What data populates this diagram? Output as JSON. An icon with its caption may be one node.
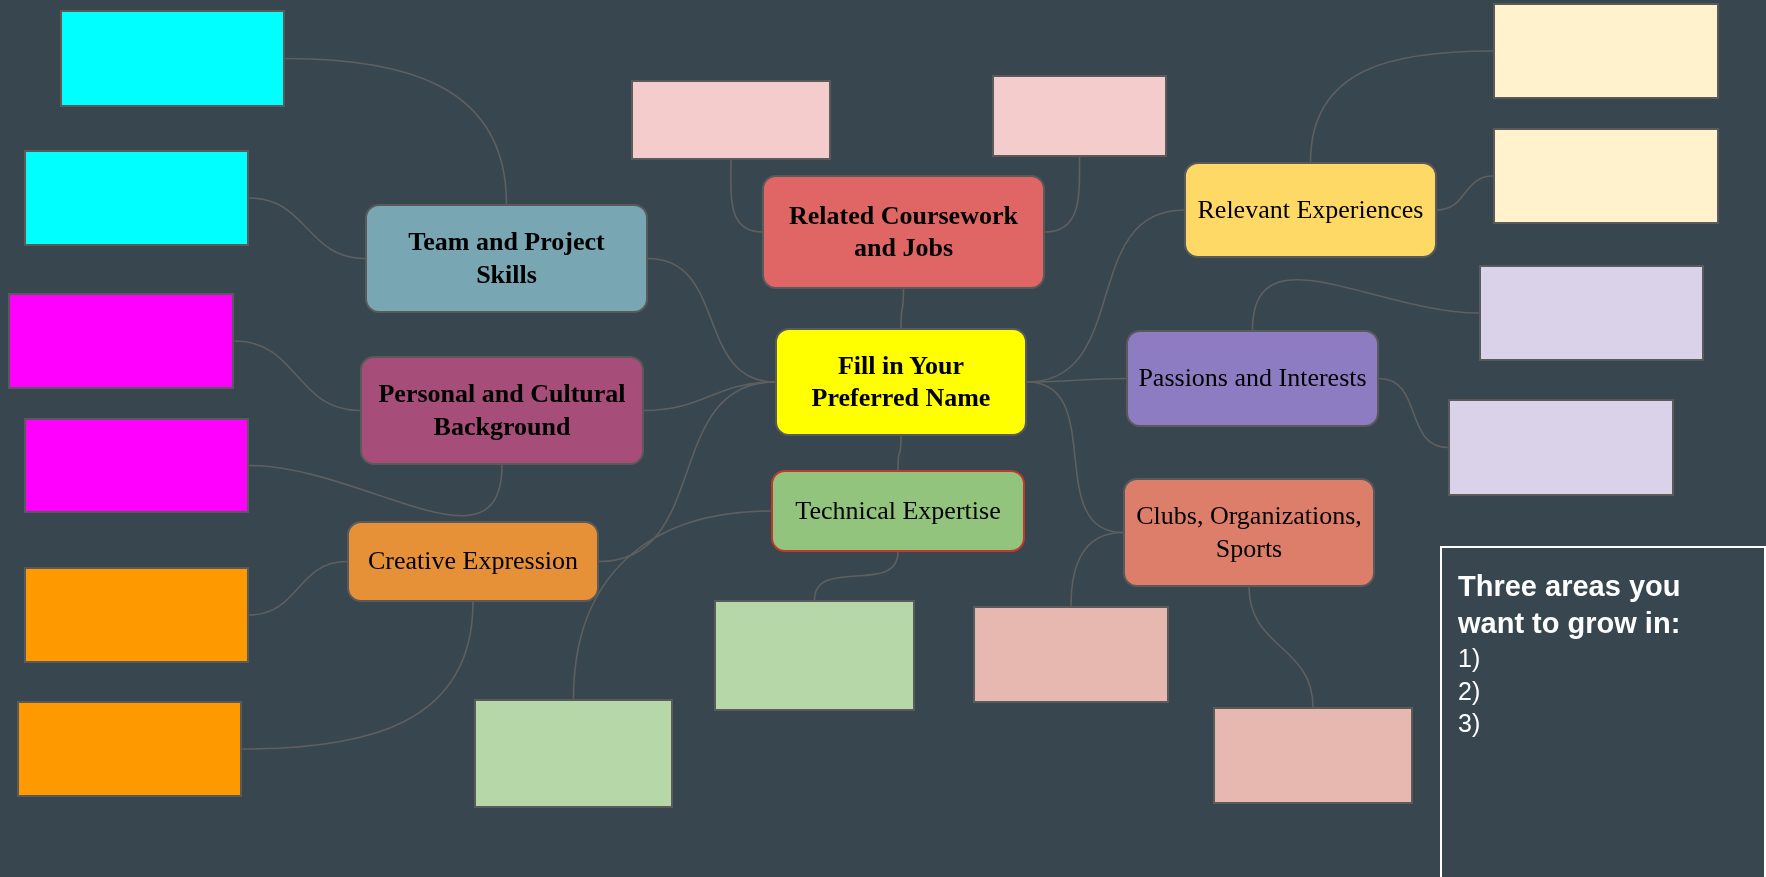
{
  "diagram": {
    "nodes": [
      {
        "text": [
          "Fill in Your Preferred Name"
        ]
      },
      {
        "text": [
          "Team and Project Skills"
        ]
      },
      {
        "text": [
          "Related Coursework and Jobs"
        ]
      },
      {
        "text": [
          "Relevant Experiences"
        ]
      },
      {
        "text": [
          "Personal and Cultural Background"
        ]
      },
      {
        "text": [
          "Passions and Interests"
        ]
      },
      {
        "text": [
          "Creative Expression"
        ]
      },
      {
        "text": [
          "Technical Expertise"
        ]
      },
      {
        "text": [
          "Clubs, Organizations, Sports"
        ]
      },
      {
        "text": [
          "Three areas you want to grow in:",
          "1)",
          "2)",
          "3)"
        ]
      },
      {
        "text": [],
        "shape": "box"
      },
      {
        "text": [],
        "shape": "box"
      },
      {
        "text": [],
        "shape": "box"
      },
      {
        "text": [],
        "shape": "box"
      },
      {
        "text": [],
        "shape": "box"
      },
      {
        "text": [],
        "shape": "box"
      },
      {
        "text": [],
        "shape": "box"
      },
      {
        "text": [],
        "shape": "box"
      },
      {
        "text": [],
        "shape": "box"
      },
      {
        "text": [],
        "shape": "box"
      },
      {
        "text": [],
        "shape": "box"
      },
      {
        "text": [],
        "shape": "box"
      },
      {
        "text": [],
        "shape": "box"
      },
      {
        "text": [],
        "shape": "box"
      },
      {
        "text": [],
        "shape": "box"
      },
      {
        "text": [],
        "shape": "box"
      }
    ],
    "edges": [
      {
        "from": 0,
        "to": 1,
        "arrow": "none"
      },
      {
        "from": 0,
        "to": 2,
        "arrow": "none"
      },
      {
        "from": 0,
        "to": 3,
        "arrow": "none"
      },
      {
        "from": 0,
        "to": 4,
        "arrow": "none"
      },
      {
        "from": 0,
        "to": 5,
        "arrow": "none"
      },
      {
        "from": 0,
        "to": 6,
        "arrow": "none"
      },
      {
        "from": 0,
        "to": 7,
        "arrow": "none"
      },
      {
        "from": 0,
        "to": 8,
        "arrow": "none"
      },
      {
        "from": 1,
        "to": 10,
        "arrow": "none"
      },
      {
        "from": 1,
        "to": 11,
        "arrow": "none"
      },
      {
        "from": 4,
        "to": 12,
        "arrow": "none"
      },
      {
        "from": 4,
        "to": 13,
        "arrow": "none"
      },
      {
        "from": 6,
        "to": 14,
        "arrow": "none"
      },
      {
        "from": 6,
        "to": 15,
        "arrow": "none"
      },
      {
        "from": 7,
        "to": 16,
        "arrow": "none"
      },
      {
        "from": 7,
        "to": 17,
        "arrow": "none"
      },
      {
        "from": 2,
        "to": 18,
        "arrow": "none"
      },
      {
        "from": 2,
        "to": 19,
        "arrow": "none"
      },
      {
        "from": 3,
        "to": 20,
        "arrow": "none"
      },
      {
        "from": 3,
        "to": 21,
        "arrow": "none"
      },
      {
        "from": 5,
        "to": 22,
        "arrow": "none"
      },
      {
        "from": 5,
        "to": 23,
        "arrow": "none"
      },
      {
        "from": 8,
        "to": 24,
        "arrow": "none"
      },
      {
        "from": 8,
        "to": 25,
        "arrow": "none"
      }
    ]
  }
}
